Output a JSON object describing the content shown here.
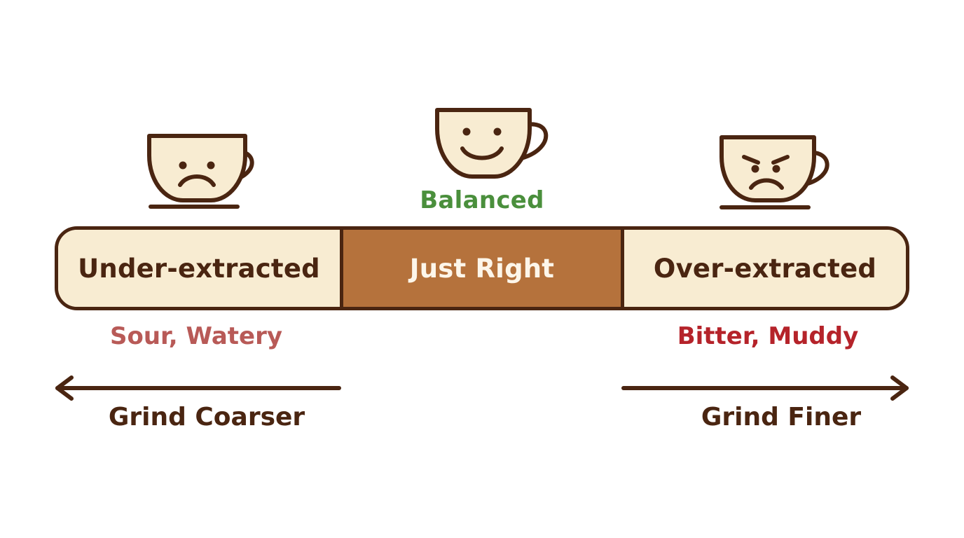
{
  "colors": {
    "outline": "#4a2511",
    "cream": "#f8ecd2",
    "just_right_fill": "#b5723c",
    "balanced_green": "#4a8f3c",
    "sour_red": "#b85a57",
    "bitter_red": "#b5232a"
  },
  "cups": [
    {
      "icon": "sad-cup-icon",
      "mood": "sad"
    },
    {
      "icon": "happy-cup-icon",
      "mood": "happy"
    },
    {
      "icon": "angry-cup-icon",
      "mood": "angry"
    }
  ],
  "center_label": "Balanced",
  "scale": {
    "segments": [
      {
        "label": "Under-extracted"
      },
      {
        "label": "Just Right"
      },
      {
        "label": "Over-extracted"
      }
    ]
  },
  "tastes": {
    "under": "Sour, Watery",
    "over": "Bitter, Muddy"
  },
  "directions": {
    "left": {
      "icon": "arrow-left-icon",
      "label": "Grind Coarser"
    },
    "right": {
      "icon": "arrow-right-icon",
      "label": "Grind Finer"
    }
  }
}
